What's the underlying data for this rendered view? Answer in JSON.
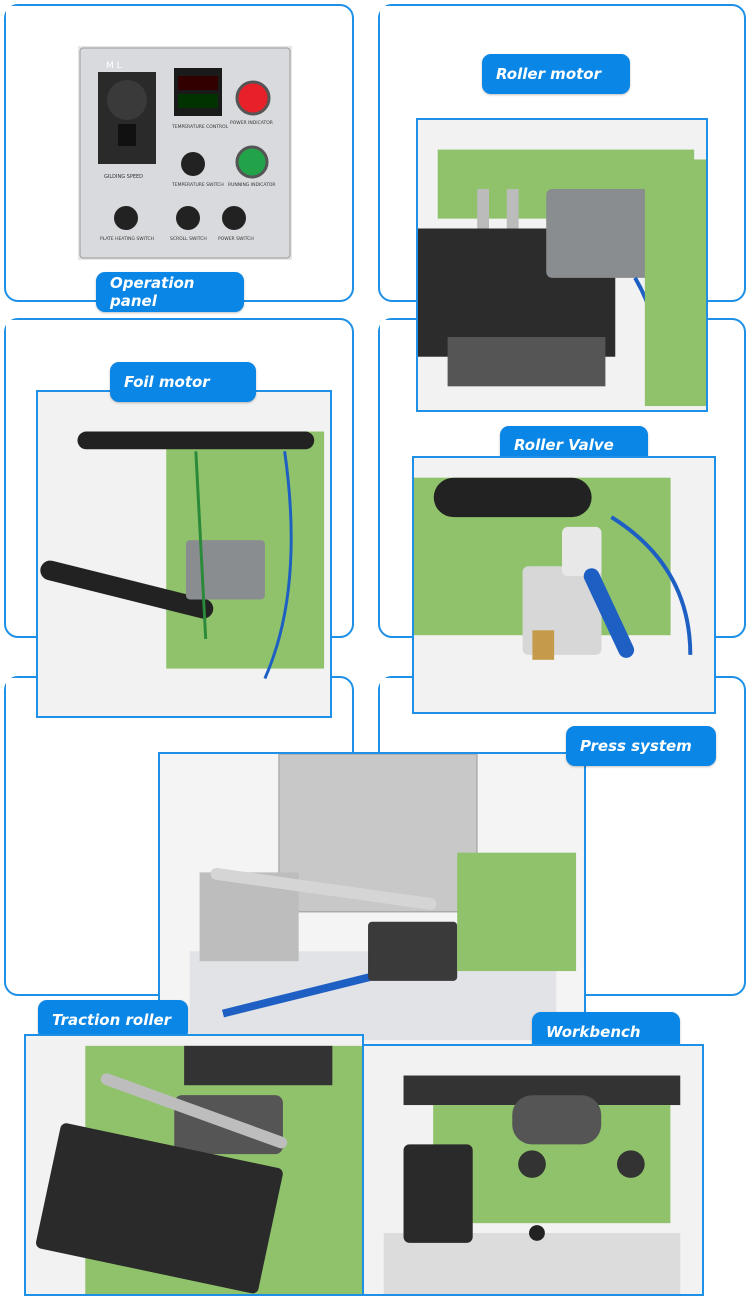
{
  "labels": {
    "operation_panel": "Operation panel",
    "roller_motor": "Roller motor",
    "foil_motor": "Foil motor",
    "roller_valve": "Roller Valve",
    "press_system": "Press system",
    "traction_roller": "Traction roller",
    "workbench": "Workbench"
  },
  "panel": {
    "gilding_speed": "GILDING SPEED",
    "temperature_control": "TEMPERATURE CONTROL",
    "power_indicator": "POWER INDICATOR",
    "temperature_switch": "TEMPERATURE SWITCH",
    "running_indicator": "RUNNING INDICATOR",
    "plate_heating_switch": "PLATE HEATING SWITCH",
    "scroll_switch": "SCROLL SWITCH",
    "power_switch": "POWER SWITCH",
    "ml": "M  L"
  },
  "colors": {
    "accent": "#0a86e6",
    "machine_green": "#8fc26a",
    "power_red": "#e8202a",
    "running_green": "#22a34a"
  }
}
